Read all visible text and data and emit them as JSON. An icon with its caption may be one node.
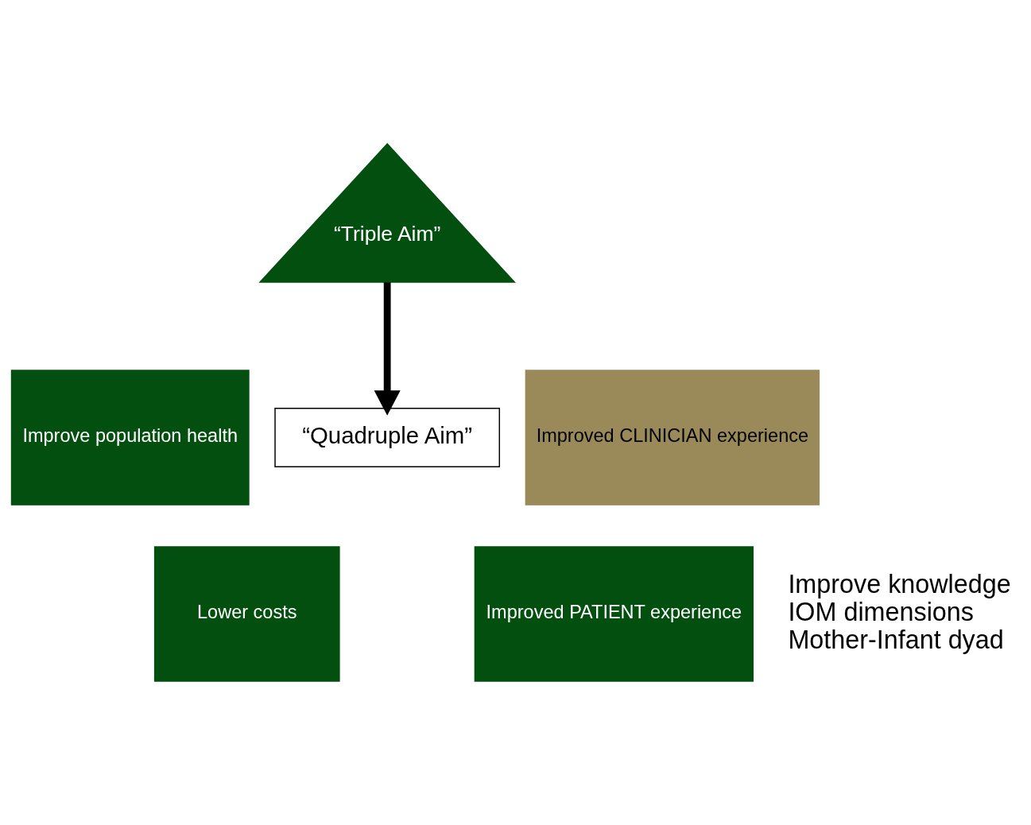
{
  "diagram": {
    "nodes": [
      {
        "text": [
          "“Triple Aim”"
        ]
      },
      {
        "text": [
          "Improve population health"
        ]
      },
      {
        "text": [
          "Improved CLINICIAN experience"
        ]
      },
      {
        "text": [
          "“Quadruple Aim”"
        ]
      },
      {
        "text": [
          "Lower costs"
        ]
      },
      {
        "text": [
          "Improved PATIENT experience"
        ]
      }
    ],
    "edges": [
      {
        "from": 0,
        "to": 3,
        "arrow": "to"
      }
    ],
    "labels": [
      "Improve knowledge",
      "IOM dimensions",
      "Mother-Infant dyad"
    ]
  }
}
